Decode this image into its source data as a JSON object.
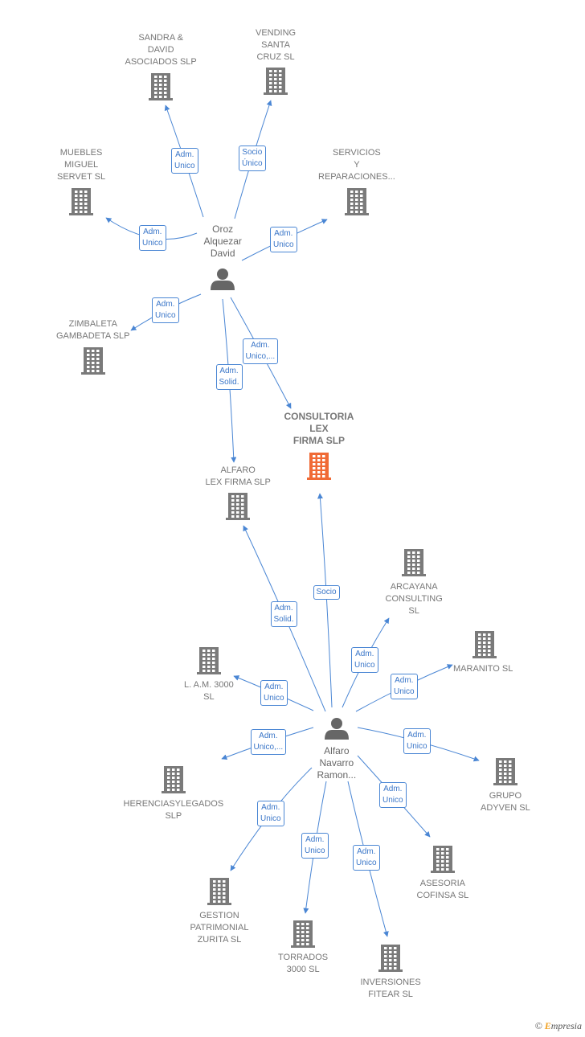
{
  "colors": {
    "edge": "#4a86d4",
    "building": "#7a7a7a",
    "focus": "#f06a35",
    "person": "#666666"
  },
  "people": [
    {
      "id": "oroz",
      "label": "Oroz\nAlquezar\nDavid",
      "icon": "person-icon"
    },
    {
      "id": "alfaro",
      "label": "Alfaro\nNavarro\nRamon...",
      "icon": "person-icon"
    }
  ],
  "companies": [
    {
      "id": "sandra",
      "label": "SANDRA &\nDAVID\nASOCIADOS SLP"
    },
    {
      "id": "vending",
      "label": "VENDING\nSANTA\nCRUZ  SL"
    },
    {
      "id": "muebles",
      "label": "MUEBLES\nMIGUEL\nSERVET SL"
    },
    {
      "id": "servicios",
      "label": "SERVICIOS\nY\nREPARACIONES..."
    },
    {
      "id": "zimbaleta",
      "label": "ZIMBALETA\nGAMBADETA SLP"
    },
    {
      "id": "consultoria",
      "label": "CONSULTORIA\nLEX\nFIRMA  SLP",
      "focus": true
    },
    {
      "id": "alfarolex",
      "label": "ALFARO\nLEX FIRMA SLP"
    },
    {
      "id": "arcayana",
      "label": "ARCAYANA\nCONSULTING\nSL"
    },
    {
      "id": "maranito",
      "label": "MARANITO SL"
    },
    {
      "id": "lam",
      "label": "L. A.M. 3000\nSL"
    },
    {
      "id": "herencias",
      "label": "HERENCIASYLEGADOS\nSLP"
    },
    {
      "id": "grupo",
      "label": "GRUPO\nADYVEN SL"
    },
    {
      "id": "asesoria",
      "label": "ASESORIA\nCOFINSA SL"
    },
    {
      "id": "gestion",
      "label": "GESTION\nPATRIMONIAL\nZURITA  SL"
    },
    {
      "id": "torrados",
      "label": "TORRADOS\n3000 SL"
    },
    {
      "id": "inversiones",
      "label": "INVERSIONES\nFITEAR SL"
    }
  ],
  "edges": [
    {
      "from": "oroz",
      "to": "sandra",
      "label": "Adm.\nUnico"
    },
    {
      "from": "oroz",
      "to": "vending",
      "label": "Socio\nÚnico"
    },
    {
      "from": "oroz",
      "to": "muebles",
      "label": "Adm.\nUnico"
    },
    {
      "from": "oroz",
      "to": "servicios",
      "label": "Adm.\nUnico"
    },
    {
      "from": "oroz",
      "to": "zimbaleta",
      "label": "Adm.\nUnico"
    },
    {
      "from": "oroz",
      "to": "consultoria",
      "label": "Adm.\nUnico,..."
    },
    {
      "from": "oroz",
      "to": "alfarolex",
      "label": "Adm.\nSolid."
    },
    {
      "from": "alfaro",
      "to": "alfarolex",
      "label": "Adm.\nSolid."
    },
    {
      "from": "alfaro",
      "to": "consultoria",
      "label": "Socio"
    },
    {
      "from": "alfaro",
      "to": "arcayana",
      "label": "Adm.\nUnico"
    },
    {
      "from": "alfaro",
      "to": "maranito",
      "label": "Adm.\nUnico"
    },
    {
      "from": "alfaro",
      "to": "lam",
      "label": "Adm.\nUnico"
    },
    {
      "from": "alfaro",
      "to": "herencias",
      "label": "Adm.\nUnico,..."
    },
    {
      "from": "alfaro",
      "to": "grupo",
      "label": "Adm.\nUnico"
    },
    {
      "from": "alfaro",
      "to": "asesoria",
      "label": "Adm.\nUnico"
    },
    {
      "from": "alfaro",
      "to": "gestion",
      "label": "Adm.\nUnico"
    },
    {
      "from": "alfaro",
      "to": "torrados",
      "label": "Adm.\nUnico"
    },
    {
      "from": "alfaro",
      "to": "inversiones",
      "label": "Adm.\nUnico"
    }
  ],
  "brand": {
    "copyright": "©",
    "name_first": "E",
    "name_rest": "mpresia"
  }
}
